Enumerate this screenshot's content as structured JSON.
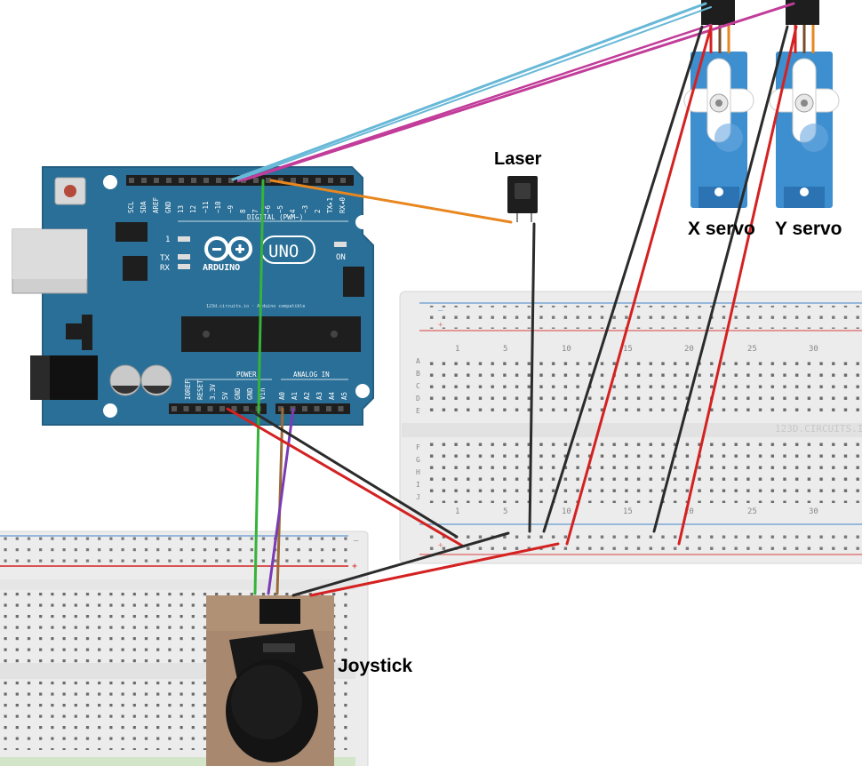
{
  "labels": {
    "laser": "Laser",
    "x_servo": "X servo",
    "y_servo": "Y servo",
    "joystick": "Joystick"
  },
  "arduino": {
    "logo_text": "ARDUINO",
    "model": "UNO",
    "digital_label": "DIGITAL (PWM~)",
    "power_label": "POWER",
    "analog_label": "ANALOG IN",
    "on_label": "ON",
    "tx_label": "TX",
    "rx_label": "RX",
    "l_label": "1",
    "footer": "123d.circuits.io · Arduino compatible",
    "top_pins": [
      "SCL",
      "SDA",
      "AREF",
      "GND",
      "13",
      "12",
      "~11",
      "~10",
      "~9",
      "8",
      "7",
      "~6",
      "~5",
      "4",
      "~3",
      "2",
      "TX▸1",
      "RX◂0"
    ],
    "power_pins": [
      "IOREF",
      "RESET",
      "3.3V",
      "5V",
      "GND",
      "GND",
      "Vin"
    ],
    "analog_pins": [
      "A0",
      "A1",
      "A2",
      "A3",
      "A4",
      "A5"
    ]
  },
  "breadboard": {
    "watermark": "123D.CIRCUITS.IO",
    "column_numbers": [
      "1",
      "5",
      "10",
      "15",
      "20",
      "25",
      "30"
    ],
    "rows_top": [
      "A",
      "B",
      "C",
      "D",
      "E"
    ],
    "rows_bottom": [
      "F",
      "G",
      "H",
      "I",
      "J"
    ]
  },
  "colors": {
    "arduino_blue": "#2a6f97",
    "wire_red": "#d42121",
    "wire_black": "#2b2b2b",
    "wire_green": "#35b33a",
    "wire_cyan": "#68b8d8",
    "wire_magenta": "#c23c9a",
    "wire_orange": "#e8861f",
    "wire_brown": "#9a6a3a",
    "wire_purple": "#7a3cb4",
    "servo_blue": "#3d8fd0"
  }
}
